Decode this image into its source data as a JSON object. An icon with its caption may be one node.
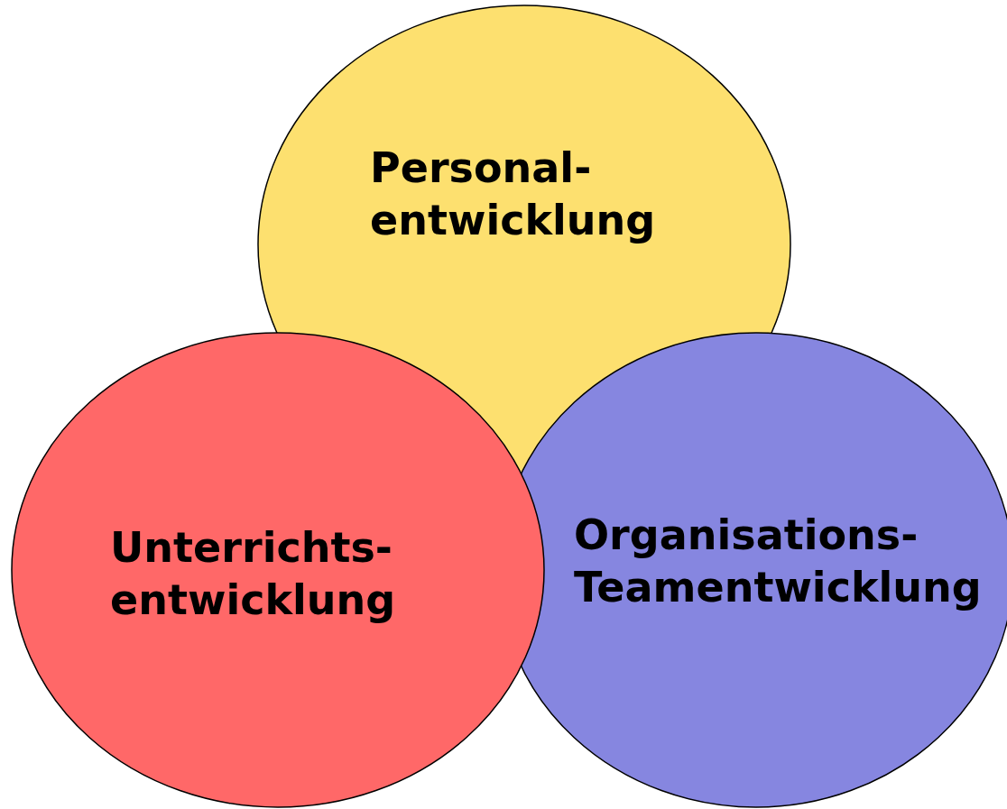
{
  "diagram": {
    "nodes": [
      {
        "text": [
          "Personal- entwicklung"
        ]
      },
      {
        "text": [
          "Unterrichts- entwicklung"
        ]
      },
      {
        "text": [
          "Organisations- Teamentwicklung"
        ]
      }
    ]
  }
}
